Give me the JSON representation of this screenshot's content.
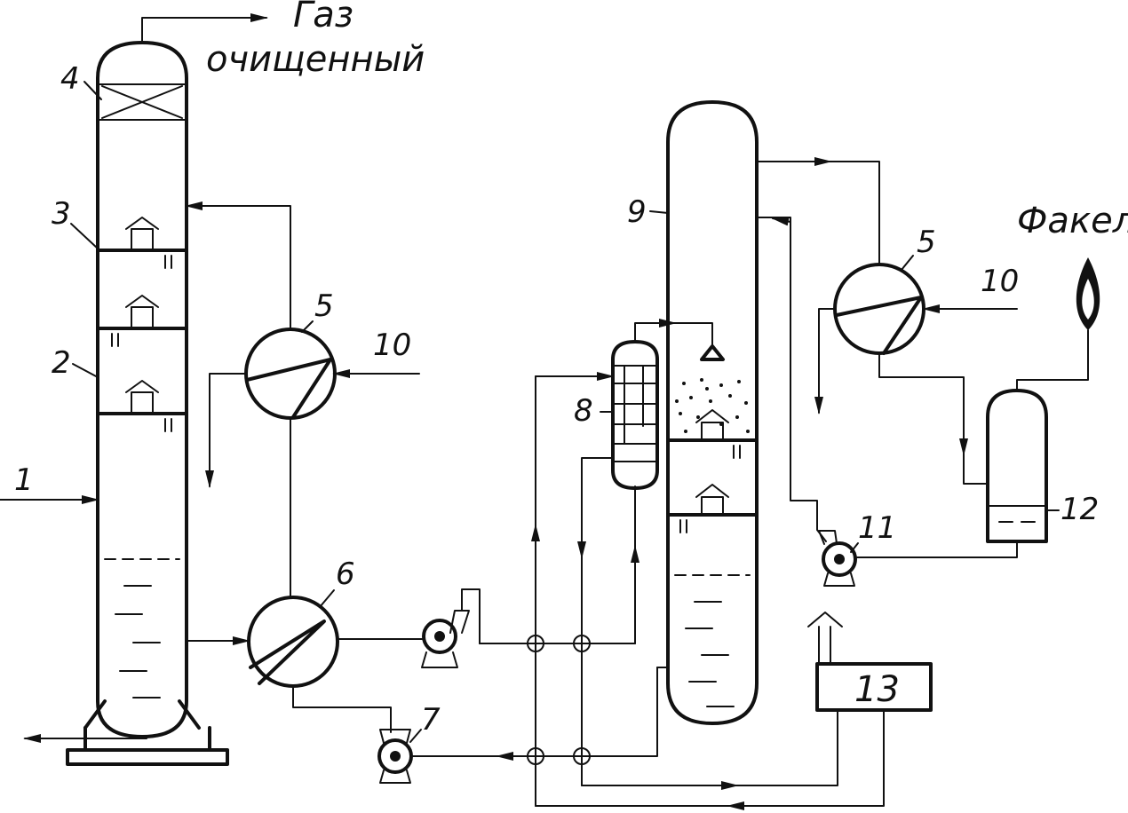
{
  "labels": {
    "gas_line1": "Газ",
    "gas_line2": "очищенный",
    "flare": "Факел",
    "n1": "1",
    "n2": "2",
    "n3": "3",
    "n4": "4",
    "n5a": "5",
    "n5b": "5",
    "n6": "6",
    "n7": "7",
    "n8": "8",
    "n9": "9",
    "n10a": "10",
    "n10b": "10",
    "n11": "11",
    "n12": "12",
    "n13": "13"
  },
  "colors": {
    "ink": "#111111",
    "background": "#ffffff"
  }
}
